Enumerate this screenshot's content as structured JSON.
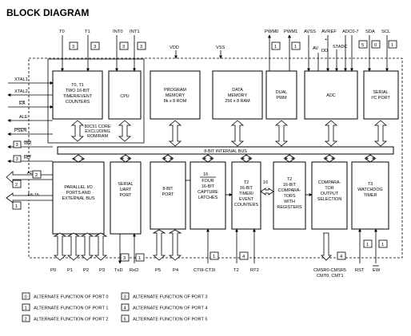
{
  "title": "BLOCK DIAGRAM",
  "supply": {
    "vdd": "VDD",
    "vss": "VSS"
  },
  "top_pins": [
    "T0",
    "T1",
    "INT0",
    "INT1",
    "PWM0",
    "PWM1",
    "AVSS",
    "AVREF",
    "AV",
    "DD",
    "+",
    "STADC",
    "ADC0-7",
    "SDA",
    "SCL"
  ],
  "left_pins": [
    "XTAL1",
    "XTAL2",
    "EA",
    "ALE",
    "PSEN",
    "WR",
    "RD",
    "AD0-7",
    "A8-15"
  ],
  "bottom_pins": [
    "P0",
    "P1",
    "P2",
    "P3",
    "TxD",
    "RxD",
    "P5",
    "P4",
    "CT0I-CT3I",
    "T2",
    "RT2",
    "CMSR0-CMSR5",
    "CMT0, CMT1",
    "RST",
    "EW"
  ],
  "blocks": {
    "timers": [
      "T0, T1",
      "TWO 16-BIT",
      "TIMER/EVENT",
      "COUNTERS"
    ],
    "cpu": [
      "CPU"
    ],
    "prog_mem": [
      "PROGRAM",
      "MEMORY",
      "8k x 8 ROM"
    ],
    "data_mem": [
      "DATA",
      "MEMORY",
      "256 x 8 RAM"
    ],
    "pwm": [
      "DUAL",
      "PWM"
    ],
    "adc": [
      "ADC"
    ],
    "i2c": [
      "SERIAL",
      "I²C PORT"
    ],
    "core": [
      "80C51 CORE",
      "EXCLUDING",
      "ROM/RAM"
    ],
    "bus": [
      "8-BIT INTERNAL BUS"
    ],
    "parallel": [
      "PARALLEL I/O",
      "PORTS AND",
      "EXTERNAL BUS"
    ],
    "uart": [
      "SERIAL",
      "UART",
      "PORT"
    ],
    "port8": [
      "8-BIT",
      "PORT"
    ],
    "capture": [
      "FOUR",
      "16-BIT",
      "CAPTURE",
      "LATCHES"
    ],
    "t2": [
      "T2",
      "16-BIT",
      "TIMER/",
      "EVENT",
      "COUNTERS"
    ],
    "comparators": [
      "T2",
      "16-BIT",
      "COMPARA-",
      "TORS",
      "WITH",
      "REGISTERS"
    ],
    "compout": [
      "COMPARA-",
      "TOR",
      "OUTPUT",
      "SELECTION"
    ],
    "watchdog": [
      "T3",
      "WATCHDOG",
      "TIMER"
    ]
  },
  "bus_widths": [
    "16",
    "16"
  ],
  "port_badges": [
    "3",
    "3",
    "3",
    "3",
    "1",
    "1",
    "5",
    "0",
    "1",
    "1",
    "4",
    "2",
    "2",
    "1",
    "3",
    "3",
    "3",
    "1",
    "1",
    "4",
    "1",
    "1"
  ],
  "legend": [
    {
      "num": "0",
      "text": "ALTERNATE FUNCTION OF PORT 0"
    },
    {
      "num": "1",
      "text": "ALTERNATE FUNCTION OF PORT 1"
    },
    {
      "num": "2",
      "text": "ALTERNATE FUNCTION OF PORT 2"
    },
    {
      "num": "3",
      "text": "ALTERNATE FUNCTION OF PORT 3"
    },
    {
      "num": "4",
      "text": "ALTERNATE FUNCTION OF PORT 4"
    },
    {
      "num": "5",
      "text": "ALTERNATE FUNCTION OF PORT 5"
    }
  ]
}
